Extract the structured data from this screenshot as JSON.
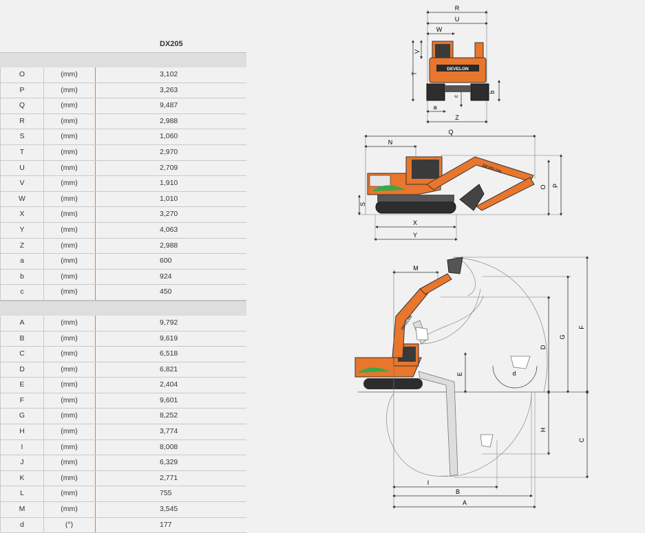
{
  "model": "DX205",
  "spec_group_1": [
    {
      "code": "O",
      "unit": "(mm)",
      "value": "3,102"
    },
    {
      "code": "P",
      "unit": "(mm)",
      "value": "3,263"
    },
    {
      "code": "Q",
      "unit": "(mm)",
      "value": "9,487"
    },
    {
      "code": "R",
      "unit": "(mm)",
      "value": "2,988"
    },
    {
      "code": "S",
      "unit": "(mm)",
      "value": "1,060"
    },
    {
      "code": "T",
      "unit": "(mm)",
      "value": "2,970"
    },
    {
      "code": "U",
      "unit": "(mm)",
      "value": "2,709"
    },
    {
      "code": "V",
      "unit": "(mm)",
      "value": "1,910"
    },
    {
      "code": "W",
      "unit": "(mm)",
      "value": "1,010"
    },
    {
      "code": "X",
      "unit": "(mm)",
      "value": "3,270"
    },
    {
      "code": "Y",
      "unit": "(mm)",
      "value": "4,063"
    },
    {
      "code": "Z",
      "unit": "(mm)",
      "value": "2,988"
    },
    {
      "code": "a",
      "unit": "(mm)",
      "value": "600"
    },
    {
      "code": "b",
      "unit": "(mm)",
      "value": "924"
    },
    {
      "code": "c",
      "unit": "(mm)",
      "value": "450"
    }
  ],
  "spec_group_2": [
    {
      "code": "A",
      "unit": "(mm)",
      "value": "9,792"
    },
    {
      "code": "B",
      "unit": "(mm)",
      "value": "9,619"
    },
    {
      "code": "C",
      "unit": "(mm)",
      "value": "6,518"
    },
    {
      "code": "D",
      "unit": "(mm)",
      "value": "6,821"
    },
    {
      "code": "E",
      "unit": "(mm)",
      "value": "2,404"
    },
    {
      "code": "F",
      "unit": "(mm)",
      "value": "9,601"
    },
    {
      "code": "G",
      "unit": "(mm)",
      "value": "8,252"
    },
    {
      "code": "H",
      "unit": "(mm)",
      "value": "3,774"
    },
    {
      "code": "I",
      "unit": "(mm)",
      "value": "8,008"
    },
    {
      "code": "J",
      "unit": "(mm)",
      "value": "6,329"
    },
    {
      "code": "K",
      "unit": "(mm)",
      "value": "2,771"
    },
    {
      "code": "L",
      "unit": "(mm)",
      "value": "755"
    },
    {
      "code": "M",
      "unit": "(mm)",
      "value": "3,545"
    },
    {
      "code": "d",
      "unit": "(°)",
      "value": "177"
    }
  ],
  "diagram_labels": {
    "brand": "DEVELON",
    "front": {
      "R": "R",
      "U": "U",
      "W": "W",
      "V": "V",
      "T": "T",
      "b": "b",
      "c": "c",
      "a": "a",
      "Z": "Z"
    },
    "side": {
      "Q": "Q",
      "N": "N",
      "O": "O",
      "P": "P",
      "S": "S",
      "X": "X",
      "Y": "Y"
    },
    "reach": {
      "M": "M",
      "D": "D",
      "G": "G",
      "F": "F",
      "E": "E",
      "d": "d",
      "H": "H",
      "C": "C",
      "I": "I",
      "B": "B",
      "A": "A"
    }
  },
  "colors": {
    "accent": "#e07d2b",
    "machine": "#e8762d",
    "dark": "#333333",
    "background": "#f1f1f1"
  }
}
